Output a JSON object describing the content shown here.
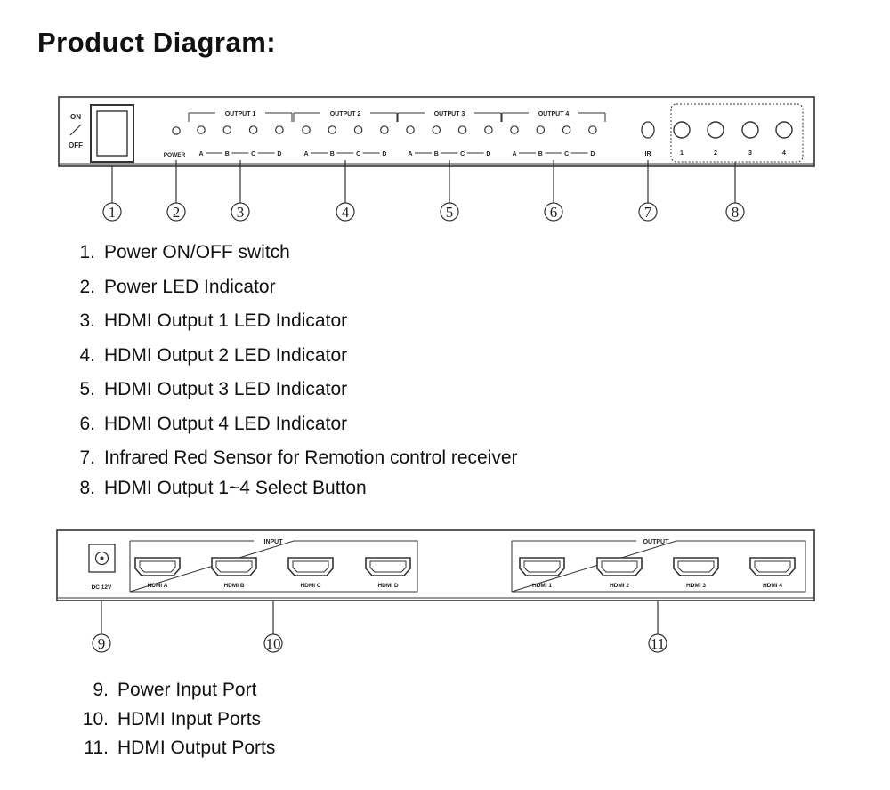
{
  "title": "Product Diagram:",
  "front_panel": {
    "on_label": "ON",
    "slash": "/",
    "off_label": "OFF",
    "power_label": "POWER",
    "output_groups": [
      {
        "label": "OUTPUT 1",
        "letters": [
          "A",
          "B",
          "C",
          "D"
        ]
      },
      {
        "label": "OUTPUT 2",
        "letters": [
          "A",
          "B",
          "C",
          "D"
        ]
      },
      {
        "label": "OUTPUT 3",
        "letters": [
          "A",
          "B",
          "C",
          "D"
        ]
      },
      {
        "label": "OUTPUT 4",
        "letters": [
          "A",
          "B",
          "C",
          "D"
        ]
      }
    ],
    "ir_label": "IR",
    "button_labels": [
      "1",
      "2",
      "3",
      "4"
    ],
    "callouts": [
      "①",
      "②",
      "③",
      "④",
      "⑤",
      "⑥",
      "⑦",
      "⑧"
    ]
  },
  "front_legend": [
    {
      "num": "1.",
      "text": "Power ON/OFF switch"
    },
    {
      "num": "2.",
      "text": "Power LED Indicator"
    },
    {
      "num": "3.",
      "text": "HDMI Output 1 LED Indicator"
    },
    {
      "num": "4.",
      "text": "HDMI Output 2 LED Indicator"
    },
    {
      "num": "5.",
      "text": "HDMI Output 3 LED Indicator"
    },
    {
      "num": "6.",
      "text": "HDMI Output 4 LED Indicator"
    },
    {
      "num": "7.",
      "text": "Infrared Red Sensor for Remotion control receiver"
    },
    {
      "num": "8.",
      "text": "HDMI Output 1~4 Select Button"
    }
  ],
  "rear_panel": {
    "dc_label": "DC 12V",
    "input_label": "INPUT",
    "output_label": "OUTPUT",
    "inputs": [
      "HDMI A",
      "HDMI B",
      "HDMI C",
      "HDMI D"
    ],
    "outputs": [
      "HDMI 1",
      "HDMI 2",
      "HDMI 3",
      "HDMI 4"
    ],
    "callouts": [
      "⑨",
      "⑩",
      "⑪"
    ]
  },
  "rear_legend": [
    {
      "num": "9.",
      "text": "Power Input Port"
    },
    {
      "num": "10.",
      "text": "HDMI Input Ports"
    },
    {
      "num": "11.",
      "text": "HDMI Output Ports"
    }
  ],
  "colors": {
    "line": "#333333",
    "text": "#111111",
    "background": "#ffffff"
  }
}
